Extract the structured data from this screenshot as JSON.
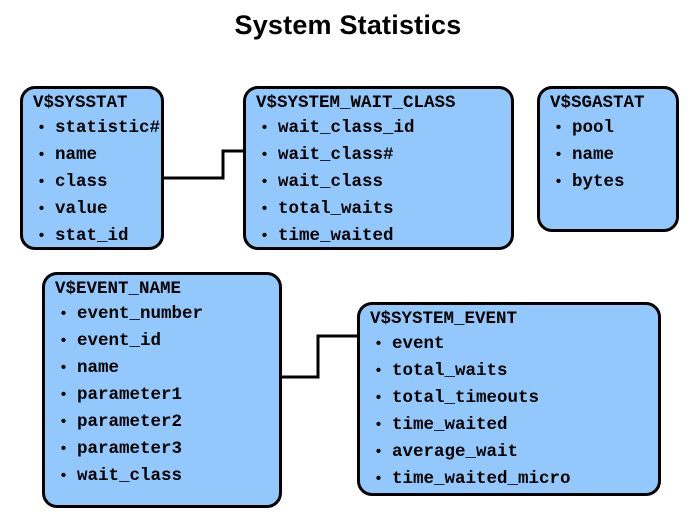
{
  "page": {
    "title": "System Statistics",
    "background_color": "#ffffff",
    "box_fill_color": "#93c8fc",
    "box_border_color": "#000000",
    "text_color": "#000000",
    "connector_color": "#000000"
  },
  "entities": [
    {
      "id": "sysstat",
      "name": "V$SYSSTAT",
      "fields": [
        {
          "label": "statistic#"
        },
        {
          "label": "name"
        },
        {
          "label": "class"
        },
        {
          "label": "value"
        },
        {
          "label": "stat_id"
        }
      ]
    },
    {
      "id": "system_wait_class",
      "name": "V$SYSTEM_WAIT_CLASS",
      "fields": [
        {
          "label": "wait_class_id"
        },
        {
          "label": "wait_class#"
        },
        {
          "label": "wait_class"
        },
        {
          "label": "total_waits"
        },
        {
          "label": "time_waited"
        }
      ]
    },
    {
      "id": "sgastat",
      "name": "V$SGASTAT",
      "fields": [
        {
          "label": "pool"
        },
        {
          "label": "name"
        },
        {
          "label": "bytes"
        }
      ]
    },
    {
      "id": "event_name",
      "name": "V$EVENT_NAME",
      "fields": [
        {
          "label": "event_number"
        },
        {
          "label": "event_id"
        },
        {
          "label": "name"
        },
        {
          "label": "parameter1"
        },
        {
          "label": "parameter2"
        },
        {
          "label": "parameter3"
        },
        {
          "label": "wait_class"
        }
      ]
    },
    {
      "id": "system_event",
      "name": "V$SYSTEM_EVENT",
      "fields": [
        {
          "label": "event"
        },
        {
          "label": "total_waits"
        },
        {
          "label": "total_timeouts"
        },
        {
          "label": "time_waited"
        },
        {
          "label": "average_wait"
        },
        {
          "label": "time_waited_micro"
        }
      ]
    }
  ],
  "connectors": [
    {
      "id": "sysstat-class-to-waitclass",
      "from_entity": "V$SYSSTAT",
      "from_field": "class",
      "to_entity": "V$SYSTEM_WAIT_CLASS",
      "to_field": "wait_class#",
      "bidirectional": true
    },
    {
      "id": "eventname-name-to-systemevent-event",
      "from_entity": "V$EVENT_NAME",
      "from_field": "name",
      "to_entity": "V$SYSTEM_EVENT",
      "to_field": "event",
      "bidirectional": true
    }
  ],
  "bullet_glyph": "•"
}
